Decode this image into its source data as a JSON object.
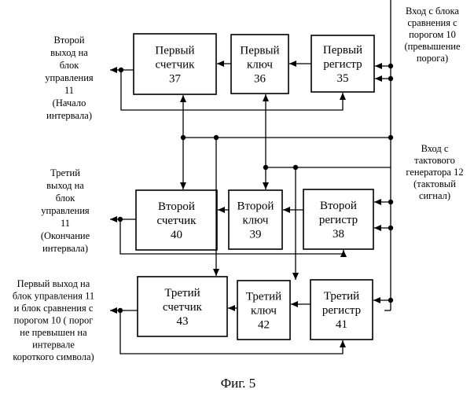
{
  "blocks": [
    {
      "id": "counter1",
      "lines": [
        "Первый",
        "счетчик",
        "37"
      ]
    },
    {
      "id": "key1",
      "lines": [
        "Первый",
        "ключ",
        "36"
      ]
    },
    {
      "id": "register1",
      "lines": [
        "Первый",
        "регистр",
        "35"
      ]
    },
    {
      "id": "counter2",
      "lines": [
        "Второй",
        "счетчик",
        "40"
      ]
    },
    {
      "id": "key2",
      "lines": [
        "Второй",
        "ключ",
        "39"
      ]
    },
    {
      "id": "register2",
      "lines": [
        "Второй",
        "регистр",
        "38"
      ]
    },
    {
      "id": "counter3",
      "lines": [
        "Третий",
        "счетчик",
        "43"
      ]
    },
    {
      "id": "key3",
      "lines": [
        "Третий",
        "ключ",
        "42"
      ]
    },
    {
      "id": "register3",
      "lines": [
        "Третий",
        "регистр",
        "41"
      ]
    }
  ],
  "labels": {
    "input_comparator": [
      "Вход с блока",
      "сравнения с",
      "порогом 10",
      "(превышение",
      "порога)"
    ],
    "input_clock": [
      "Вход с",
      "тактового",
      "генератора 12",
      "(тактовый",
      "сигнал)"
    ],
    "output2": [
      "Второй",
      "выход на",
      "блок",
      "управления",
      "11",
      "(Начало",
      "интервала)"
    ],
    "output3": [
      "Третий",
      "выход на",
      "блок",
      "управления",
      "11",
      "(Окончание",
      "интервала)"
    ],
    "output1": [
      "Первый выход на",
      "блок управления 11",
      "и блок сравнения с",
      "порогом 10 ( порог",
      "не превышен на",
      "интервале",
      "короткого символа)"
    ]
  },
  "caption": "Фиг. 5"
}
